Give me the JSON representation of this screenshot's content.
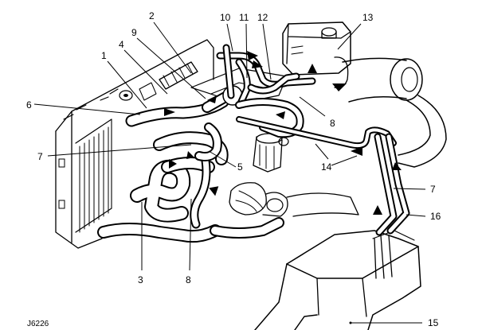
{
  "figure": {
    "reference_code": "J6226",
    "callouts": [
      {
        "id": "c1",
        "label": "1"
      },
      {
        "id": "c2",
        "label": "2"
      },
      {
        "id": "c3",
        "label": "3"
      },
      {
        "id": "c4",
        "label": "4"
      },
      {
        "id": "c5",
        "label": "5"
      },
      {
        "id": "c6",
        "label": "6"
      },
      {
        "id": "c7a",
        "label": "7"
      },
      {
        "id": "c7b",
        "label": "7"
      },
      {
        "id": "c8a",
        "label": "8"
      },
      {
        "id": "c8b",
        "label": "8"
      },
      {
        "id": "c9",
        "label": "9"
      },
      {
        "id": "c10",
        "label": "10"
      },
      {
        "id": "c11",
        "label": "11"
      },
      {
        "id": "c12",
        "label": "12"
      },
      {
        "id": "c13",
        "label": "13"
      },
      {
        "id": "c14",
        "label": "14"
      },
      {
        "id": "c15",
        "label": "15"
      },
      {
        "id": "c16",
        "label": "16"
      }
    ]
  }
}
